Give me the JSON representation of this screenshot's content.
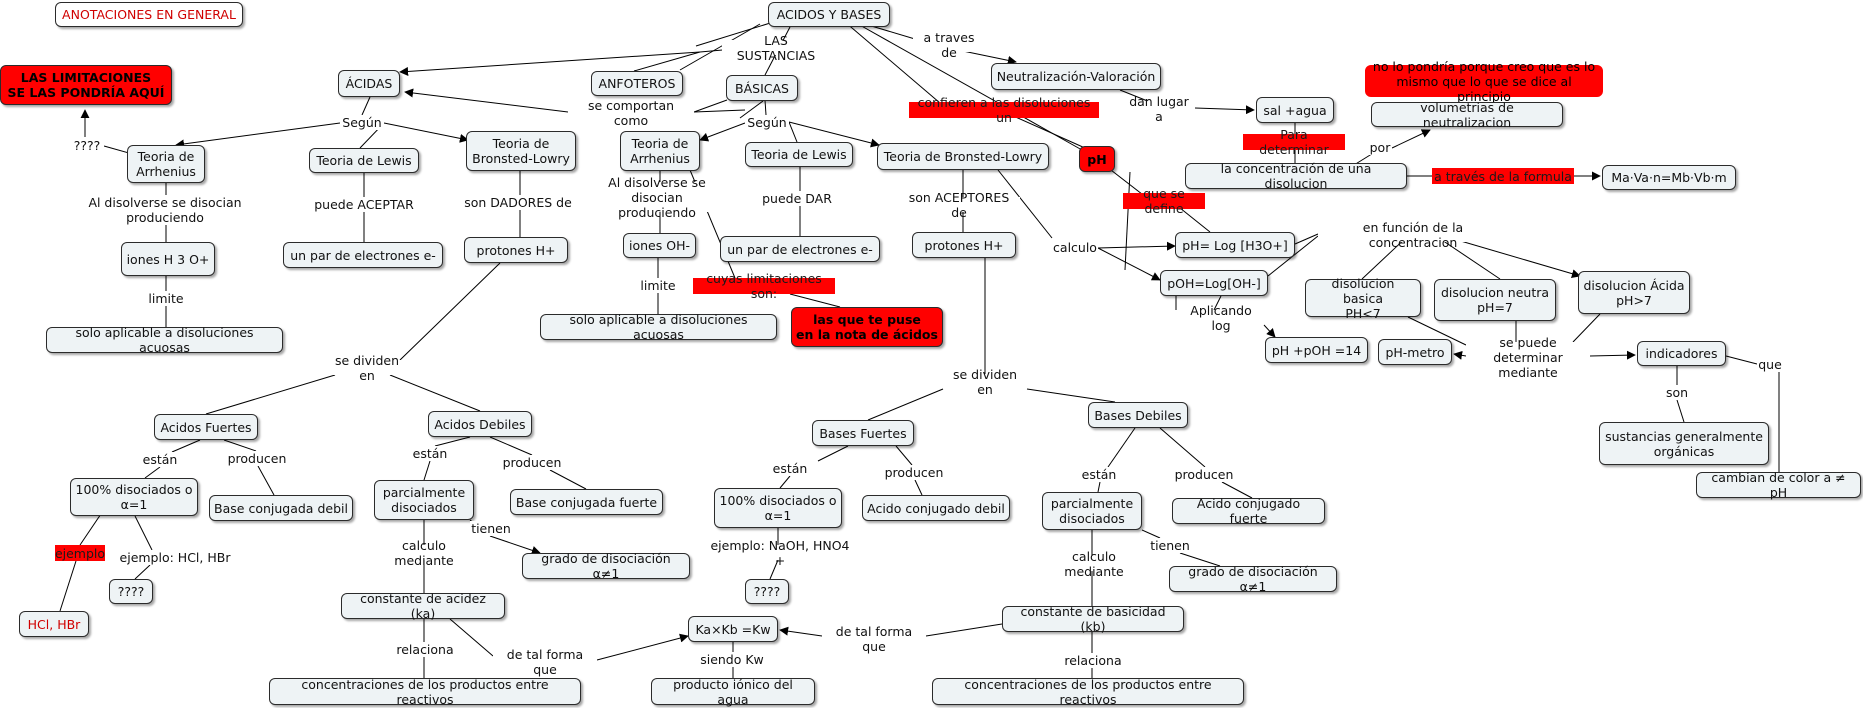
{
  "nodes": [
    {
      "id": "anot",
      "text": "ANOTACIONES EN GENERAL",
      "style": "redtext plain"
    },
    {
      "id": "acb",
      "text": "ACIDOS Y BASES"
    },
    {
      "id": "limit",
      "text": "LAS LIMITACIONES\nSE LAS PONDRÍA AQUÍ",
      "style": "red"
    },
    {
      "id": "acidas",
      "text": "ÁCIDAS"
    },
    {
      "id": "anfo",
      "text": "ANFOTEROS"
    },
    {
      "id": "basicas",
      "text": "BÁSICAS"
    },
    {
      "id": "neutral",
      "text": "Neutralización-Valoración"
    },
    {
      "id": "sal",
      "text": "sal +agua"
    },
    {
      "id": "nolo",
      "text": "no lo pondría porque creo que es lo\nmismo que lo que se dice al principio",
      "style": "red plainfont"
    },
    {
      "id": "volum",
      "text": "volumetrias de neutralizacion"
    },
    {
      "id": "teoarrA",
      "text": "Teoria de\nArrhenius"
    },
    {
      "id": "teolewA",
      "text": "Teoria de Lewis"
    },
    {
      "id": "teobrA",
      "text": "Teoria de\nBronsted-Lowry"
    },
    {
      "id": "teoarrB",
      "text": "Teoria de\nArrhenius"
    },
    {
      "id": "teolewB",
      "text": "Teoria de Lewis"
    },
    {
      "id": "teobrB",
      "text": "Teoria de Bronsted-Lowry"
    },
    {
      "id": "ph",
      "text": "pH",
      "style": "red"
    },
    {
      "id": "concdis",
      "text": "la concentración de una disolucion"
    },
    {
      "id": "formula",
      "text": "Ma·Va·n=Mb·Vb·m"
    },
    {
      "id": "ionesH",
      "text": "iones H 3 O+"
    },
    {
      "id": "parA",
      "text": "un par de electrones e-"
    },
    {
      "id": "protA",
      "text": "protones H+"
    },
    {
      "id": "ionesOH",
      "text": "iones OH-"
    },
    {
      "id": "parB",
      "text": "un par de electrones e-"
    },
    {
      "id": "protB",
      "text": "protones H+"
    },
    {
      "id": "phlog",
      "text": "pH= Log [H3O+]"
    },
    {
      "id": "pohlog",
      "text": "pOH=Log[OH-]"
    },
    {
      "id": "disbas",
      "text": "disolucion basica\nPH<7"
    },
    {
      "id": "disneu",
      "text": "disolucion neutra\npH=7"
    },
    {
      "id": "disac",
      "text": "disolucion Ácida\npH>7"
    },
    {
      "id": "solo1",
      "text": "solo aplicable a disoluciones acuosas"
    },
    {
      "id": "solo2",
      "text": "solo aplicable a disoluciones acuosas"
    },
    {
      "id": "quete",
      "text": "las que te puse\nen la nota de ácidos",
      "style": "red"
    },
    {
      "id": "ph14",
      "text": "pH +pOH =14"
    },
    {
      "id": "phm",
      "text": "pH-metro"
    },
    {
      "id": "indic",
      "text": "indicadores"
    },
    {
      "id": "acf",
      "text": "Acidos Fuertes"
    },
    {
      "id": "acd",
      "text": "Acidos Debiles"
    },
    {
      "id": "basf",
      "text": "Bases Fuertes"
    },
    {
      "id": "basd",
      "text": "Bases Debiles"
    },
    {
      "id": "sust",
      "text": "sustancias generalmente\norgánicas"
    },
    {
      "id": "cambian",
      "text": "cambian de color a ≠ pH"
    },
    {
      "id": "dis100A",
      "text": "100% disociados o\nα=1"
    },
    {
      "id": "bcd",
      "text": "Base conjugada debil"
    },
    {
      "id": "parcA",
      "text": "parcialmente\ndisociados"
    },
    {
      "id": "bcf",
      "text": "Base conjugada fuerte"
    },
    {
      "id": "dis100B",
      "text": "100% disociados o\nα=1"
    },
    {
      "id": "acdeb",
      "text": "Acido conjugado debil"
    },
    {
      "id": "parcB",
      "text": "parcialmente\ndisociados"
    },
    {
      "id": "acfue",
      "text": "Acido conjugado fuerte"
    },
    {
      "id": "gradA",
      "text": "grado de disociación α≠1"
    },
    {
      "id": "gradB",
      "text": "grado de disociación α≠1"
    },
    {
      "id": "q1",
      "text": "????"
    },
    {
      "id": "q2",
      "text": "????"
    },
    {
      "id": "hcl",
      "text": "HCl, HBr",
      "style": "redtext"
    },
    {
      "id": "ka",
      "text": "constante de acidez (ka)"
    },
    {
      "id": "kakb",
      "text": "Ka×Kb =Kw"
    },
    {
      "id": "kb",
      "text": "constante de basicidad (kb)"
    },
    {
      "id": "concA",
      "text": "concentraciones de los productos entre reactivos"
    },
    {
      "id": "prodion",
      "text": "producto iónico del agua"
    },
    {
      "id": "concB",
      "text": "concentraciones de los productos entre reactivos"
    }
  ],
  "labels": [
    {
      "id": "l_sust",
      "text": "LAS SUSTANCIAS"
    },
    {
      "id": "l_atraves",
      "text": "a traves de"
    },
    {
      "id": "l_confieren",
      "text": "confieren a las disoluciones un",
      "style": "hl"
    },
    {
      "id": "l_danlugar",
      "text": "dan lugar a"
    },
    {
      "id": "l_paradet",
      "text": "Para determinar",
      "style": "hl"
    },
    {
      "id": "l_por",
      "text": "por"
    },
    {
      "id": "l_atravesform",
      "text": "a través de la formula",
      "style": "hl"
    },
    {
      "id": "l_secomportan",
      "text": "se comportan como"
    },
    {
      "id": "l_segunA",
      "text": "Según"
    },
    {
      "id": "l_segunB",
      "text": "Según"
    },
    {
      "id": "l_qqqq",
      "text": "????"
    },
    {
      "id": "l_aldisA",
      "text": "Al disolverse se disocian\nproduciendo"
    },
    {
      "id": "l_puedeacep",
      "text": "puede ACEPTAR"
    },
    {
      "id": "l_sondad",
      "text": "son DADORES de"
    },
    {
      "id": "l_aldisB",
      "text": "Al disolverse se disocian\nproduciendo"
    },
    {
      "id": "l_puededar",
      "text": "puede DAR"
    },
    {
      "id": "l_sonacep",
      "text": "son ACEPTORES de"
    },
    {
      "id": "l_calculo",
      "text": "calculo"
    },
    {
      "id": "l_quesedef",
      "text": "que se define",
      "style": "hl"
    },
    {
      "id": "l_enfuncion",
      "text": "en función de la concentracion"
    },
    {
      "id": "l_limiteA",
      "text": "limite"
    },
    {
      "id": "l_limiteB",
      "text": "limite"
    },
    {
      "id": "l_cuyas",
      "text": "cuyas limitaciones son:",
      "style": "hl"
    },
    {
      "id": "l_aplicando",
      "text": "Aplicando log"
    },
    {
      "id": "l_sepuede",
      "text": "se puede determinar\nmediante"
    },
    {
      "id": "l_que",
      "text": "que"
    },
    {
      "id": "l_son",
      "text": "son"
    },
    {
      "id": "l_sedivA",
      "text": "se dividen en"
    },
    {
      "id": "l_sedivB",
      "text": "se dividen en"
    },
    {
      "id": "l_estanA",
      "text": "están"
    },
    {
      "id": "l_producenA",
      "text": "producen"
    },
    {
      "id": "l_estanB",
      "text": "están"
    },
    {
      "id": "l_producenB",
      "text": "producen"
    },
    {
      "id": "l_estanC",
      "text": "están"
    },
    {
      "id": "l_producenC",
      "text": "producen"
    },
    {
      "id": "l_estanD",
      "text": "están"
    },
    {
      "id": "l_producenD",
      "text": "producen"
    },
    {
      "id": "l_ejemplo",
      "text": "ejemplo",
      "style": "hl"
    },
    {
      "id": "l_ejhcl",
      "text": "ejemplo: HCl, HBr"
    },
    {
      "id": "l_tienenA",
      "text": "tienen"
    },
    {
      "id": "l_tienenB",
      "text": "tienen"
    },
    {
      "id": "l_ejnaoh",
      "text": "ejemplo: NaOH, HNO4 +"
    },
    {
      "id": "l_calcmedA",
      "text": "calculo mediante"
    },
    {
      "id": "l_calcmedB",
      "text": "calculo mediante"
    },
    {
      "id": "l_relA",
      "text": "relaciona"
    },
    {
      "id": "l_relB",
      "text": "relaciona"
    },
    {
      "id": "l_detalA",
      "text": "de tal forma que"
    },
    {
      "id": "l_detalB",
      "text": "de tal forma que"
    },
    {
      "id": "l_siendo",
      "text": "siendo Kw"
    }
  ]
}
